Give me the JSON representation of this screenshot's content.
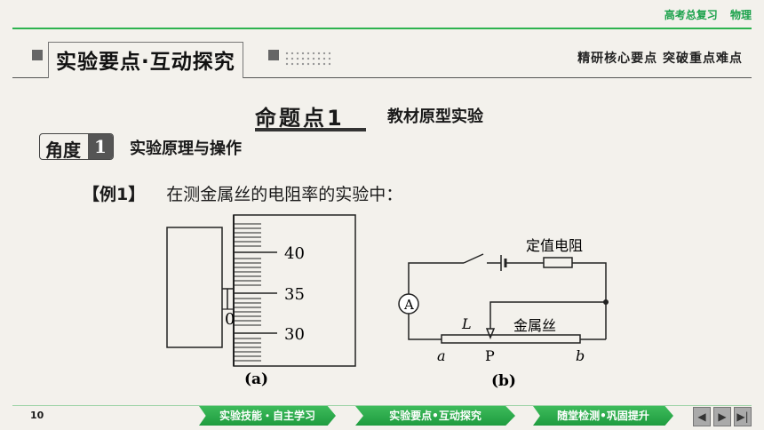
{
  "header": {
    "course": "高考总复习",
    "subject": "物理"
  },
  "section": {
    "title": "实验要点·互动探究",
    "subtitle": "精研核心要点 突破重点难点"
  },
  "proposition": {
    "title": "命题点1",
    "subtitle": "教材原型实验"
  },
  "angle": {
    "label": "角度",
    "number": "1",
    "title": "实验原理与操作"
  },
  "example": {
    "tag": "【例1】",
    "text": "在测金属丝的电阻率的实验中："
  },
  "figure_a": {
    "ticks": [
      "40",
      "35",
      "30"
    ],
    "zero": "0",
    "caption": "(a)"
  },
  "figure_b": {
    "resistor_label": "定值电阻",
    "wire_label": "金属丝",
    "ammeter": "A",
    "L": "L",
    "a": "a",
    "P": "P",
    "b": "b",
    "caption": "(b)"
  },
  "footer": {
    "page": "10",
    "tabs": [
      "实验技能・自主学习",
      "实验要点•互动探究",
      "随堂检测•巩固提升"
    ],
    "nav": [
      "◀",
      "▶",
      "▶|"
    ]
  }
}
